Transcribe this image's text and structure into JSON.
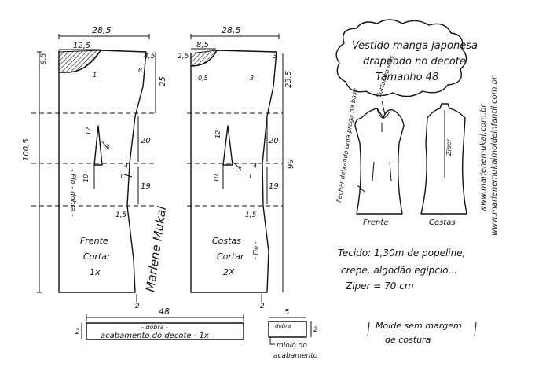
{
  "title": {
    "line1": "Vestido manga japonesa",
    "line2": "drapeado no decote",
    "line3": "Tamanho 48"
  },
  "watermark": "www.marlenemukai.com.br",
  "watermark2": "www.marlenemukaimoldeinfantil.com.br",
  "front_piece": {
    "label": "Frente",
    "cut_label": "Cortar",
    "cut_qty": "1x",
    "width_top": "28,5",
    "neck_width": "12,5",
    "shoulder_drop": "9,5",
    "shoulder_rise": "4,5",
    "armhole_depth": "25",
    "neck_dim_1": "1",
    "neck_dim_2": "8",
    "waist_length": "20",
    "hip_length": "19",
    "hem_flare": "1,5",
    "total_length": "100,5",
    "dart_width": "3",
    "dart_length_1": "12",
    "dart_length_2": "10",
    "fold_label": "- Fio - dobra -",
    "dim_bottom": "2",
    "side_1": "1",
    "side_2": "4"
  },
  "back_piece": {
    "label": "Costas",
    "cut_label": "Cortar",
    "cut_qty": "2X",
    "width_top": "28,5",
    "neck_width": "8,5",
    "shoulder_drop": "2,5",
    "shoulder_rise": "3",
    "neck_depth": "0,5",
    "armhole_depth": "23,5",
    "waist_length": "20",
    "hip_length": "19",
    "hem_flare": "1,5",
    "total_length": "99",
    "dart_width": "3",
    "dart_length_1": "12",
    "dart_length_2": "10",
    "grain_label": "- Fio -",
    "dim_bottom": "2",
    "side_1": "1",
    "side_2": "4",
    "side_3": "3"
  },
  "signature": "Marlene Mukai",
  "sketches": {
    "front_label": "Frente",
    "back_label": "Costas",
    "zipper_label": "Ziper",
    "note_cut_bias": "Cortar no viés",
    "note_fold": "Fechar deixando uma prega na base"
  },
  "fabric": {
    "line1": "Tecido: 1,30m de popeline,",
    "line2": "crepe, algodão egípcio...",
    "line3": "Ziper = 70 cm"
  },
  "facing": {
    "length": "48",
    "fold_label": "- dobra -",
    "label": "acabamento do decote - 1x",
    "height": "2"
  },
  "small_piece": {
    "width": "5",
    "fold_label": "dobra",
    "height": "2",
    "label_line1": "miolo do",
    "label_line2": "acabamento"
  },
  "note": {
    "line1": "Molde sem margem",
    "line2": "de costura"
  }
}
